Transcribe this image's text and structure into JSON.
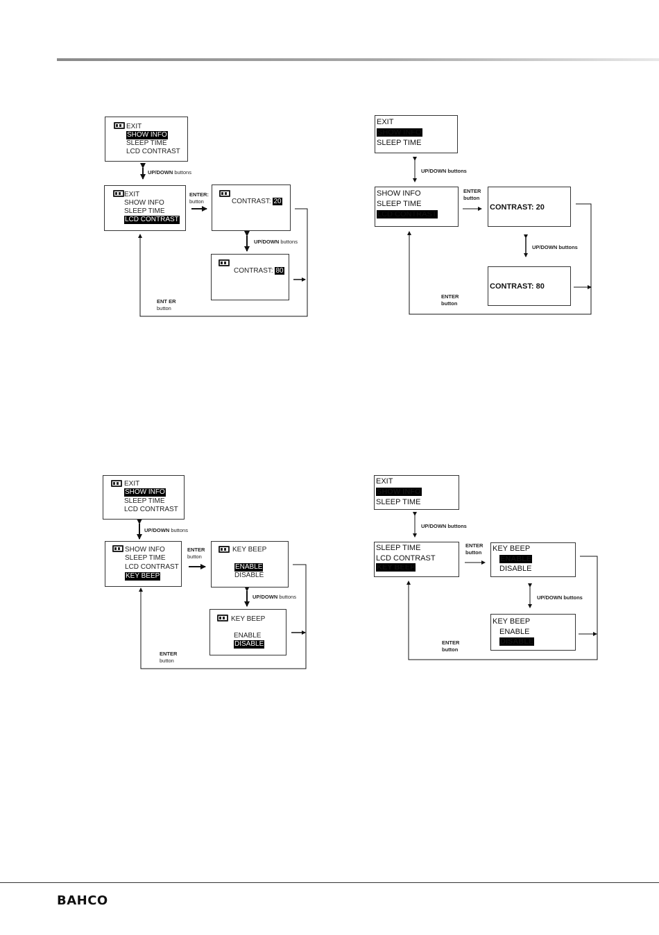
{
  "brand": "BAHCO",
  "labels": {
    "updown": "UP/DOWN",
    "buttons": "buttons",
    "updown_buttons": "UP/DOWN buttons",
    "enter": "ENTER",
    "enter_colon": "ENTER:",
    "enter_spaced": "ENT ER",
    "button": "button",
    "contrast": "CONTRAST:",
    "contrast_20": "CONTRAST: 20",
    "contrast_80": "CONTRAST: 80",
    "val_20": "20",
    "val_80": "80"
  },
  "menu": {
    "exit": "EXIT",
    "show_info": "SHOW INFO",
    "sleep_time": "SLEEP TIME",
    "lcd_contrast": "LCD CONTRAST",
    "key_beep": "KEY BEEP",
    "enable": "ENABLE",
    "disable": "DISABLE"
  }
}
